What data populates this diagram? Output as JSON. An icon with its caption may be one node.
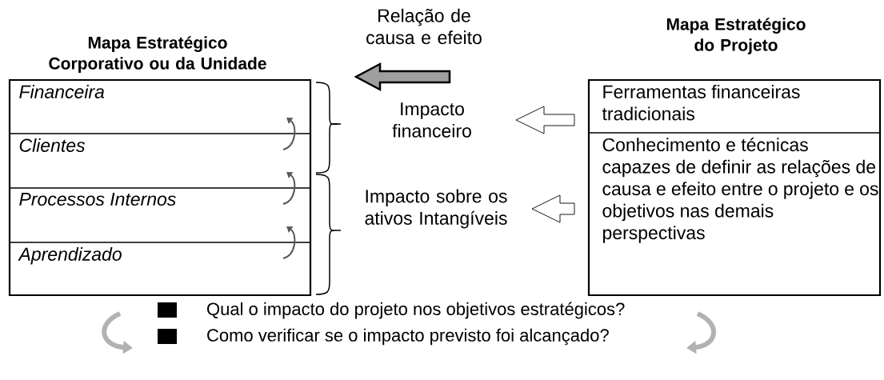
{
  "diagram": {
    "nodes": [
      {
        "text": [
          "Mapa Estratégico Corporativo ou da Unidade"
        ]
      },
      {
        "text": [
          "*Financeira*"
        ],
        "in": 0
      },
      {
        "text": [
          "*Clientes*"
        ],
        "in": 0
      },
      {
        "text": [
          "*Processos Internos*"
        ],
        "in": 0
      },
      {
        "text": [
          "*Aprendizado*"
        ],
        "in": 0
      },
      {
        "text": [
          "Mapa Estratégico do Projeto"
        ]
      },
      {
        "text": [
          "Ferramentas financeiras tradicionais"
        ],
        "in": 5
      },
      {
        "text": [
          "Conhecimento e técnicas capazes de definir as relações de causa e efeito entre o projeto e os objetivos nas demais perspectivas"
        ],
        "in": 5
      },
      {
        "text": [
          "Impacto financeiro"
        ]
      },
      {
        "text": [
          "Impacto sobre os ativos Intangíveis"
        ]
      }
    ],
    "edges": [
      {
        "from": 6,
        "to": 8,
        "arrow": "to"
      },
      {
        "from": 7,
        "to": 9,
        "arrow": "to"
      },
      {
        "from": 2,
        "to": 1,
        "arrow": "to"
      },
      {
        "from": 3,
        "to": 2,
        "arrow": "to"
      },
      {
        "from": 4,
        "to": 3,
        "arrow": "to"
      }
    ],
    "labels": [
      "Relação de causa e efeito",
      "Qual o impacto do projeto nos objetivos estratégicos?",
      "Como verificar se o impacto previsto foi alcançado?"
    ]
  }
}
